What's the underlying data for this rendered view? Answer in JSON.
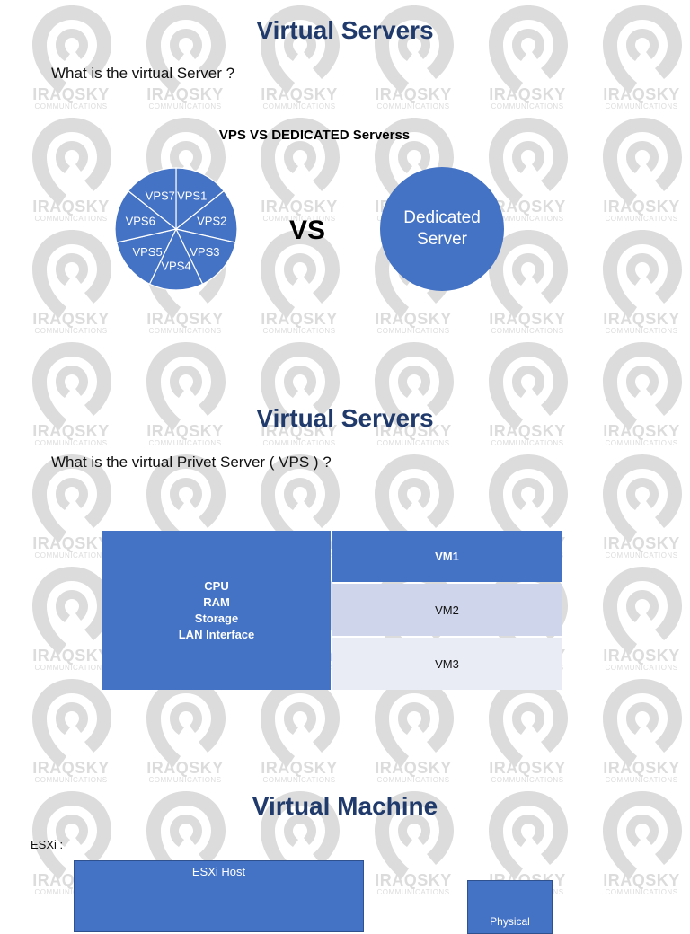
{
  "watermark": {
    "brand": "IRAQSKY",
    "sub": "COMMUNICATIONS",
    "logo_icon": "iraqsky-logo-icon",
    "color": "#dcdcdc"
  },
  "section1": {
    "title": "Virtual Servers",
    "question": "What is the virtual  Server ?",
    "subtitle": "VPS VS DEDICATED Serverss",
    "vps_slices": [
      "VPS1",
      "VPS2",
      "VPS3",
      "VPS4",
      "VPS5",
      "VPS6",
      "VPS7"
    ],
    "vs_label": "VS",
    "dedicated_line1": "Dedicated",
    "dedicated_line2": "Server",
    "pie_color": "#4472c4"
  },
  "section2": {
    "title": "Virtual Servers",
    "question": "What is the virtual Privet Server ( VPS ) ?",
    "host_lines": [
      "CPU",
      "RAM",
      "Storage",
      "LAN Interface"
    ],
    "vms": [
      "VM1",
      "VM2",
      "VM3"
    ]
  },
  "section3": {
    "title": "Virtual Machine",
    "esxi_label": "ESXi :",
    "esxi_host": "ESXi Host",
    "physical_partial": "Physical"
  }
}
